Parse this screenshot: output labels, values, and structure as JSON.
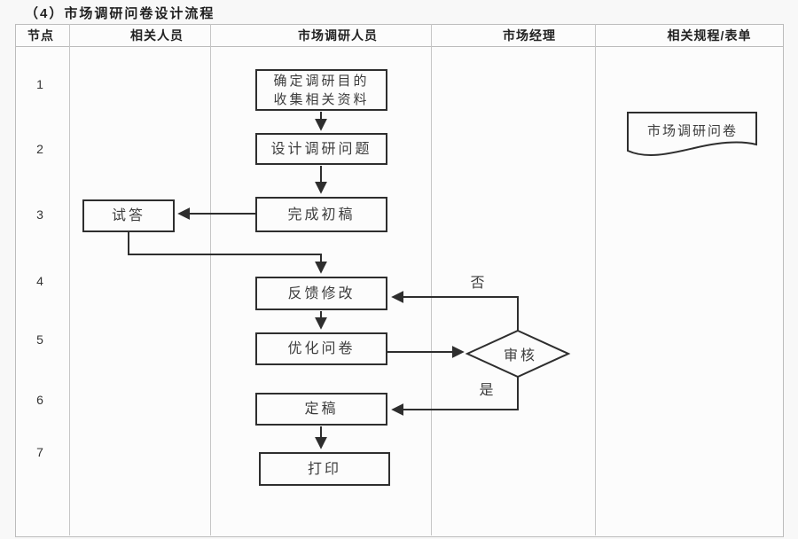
{
  "page": {
    "title": "（4）市场调研问卷设计流程"
  },
  "table": {
    "headers": [
      "节点",
      "相关人员",
      "市场调研人员",
      "市场经理",
      "相关规程/表单"
    ],
    "nodes": [
      "1",
      "2",
      "3",
      "4",
      "5",
      "6",
      "7"
    ]
  },
  "flowchart": {
    "step1_line1": "确定调研目的",
    "step1_line2": "收集相关资料",
    "step2": "设计调研问题",
    "step3": "完成初稿",
    "trial": "试答",
    "step4": "反馈修改",
    "step5": "优化问卷",
    "decision": "审核",
    "no_label": "否",
    "yes_label": "是",
    "step6": "定稿",
    "step7": "打印",
    "document": "市场调研问卷"
  },
  "colors": {
    "shape_line": "#2e2e2e",
    "grid_line": "#c6c6c6",
    "box_text": "#3d3d3d",
    "background": "#f8f8f8"
  }
}
